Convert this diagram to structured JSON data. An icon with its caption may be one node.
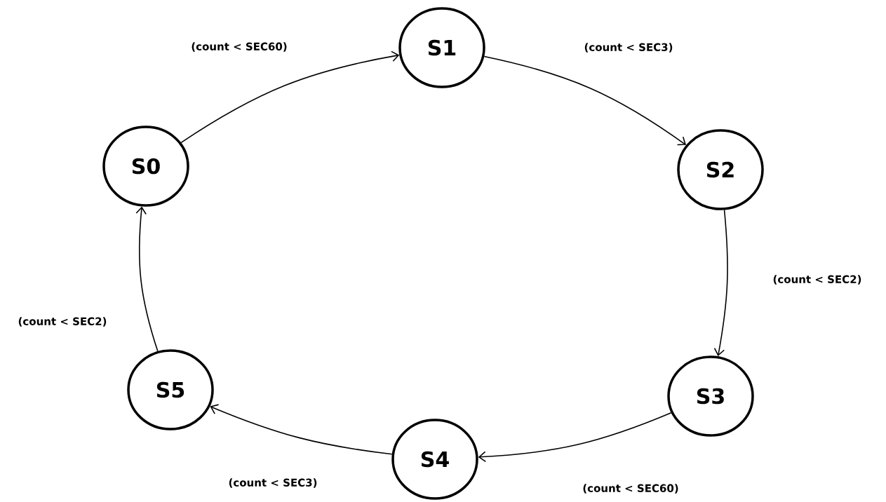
{
  "diagram": {
    "nodes": [
      {
        "text": [
          "S0"
        ]
      },
      {
        "text": [
          "S1"
        ]
      },
      {
        "text": [
          "S2"
        ]
      },
      {
        "text": [
          "S3"
        ]
      },
      {
        "text": [
          "S4"
        ]
      },
      {
        "text": [
          "S5"
        ]
      }
    ],
    "edges": [
      {
        "from": 0,
        "to": 1,
        "arrow": "to",
        "label": "(count < SEC60)"
      },
      {
        "from": 1,
        "to": 2,
        "arrow": "to",
        "label": "(count < SEC3)"
      },
      {
        "from": 2,
        "to": 3,
        "arrow": "to",
        "label": "(count < SEC2)"
      },
      {
        "from": 3,
        "to": 4,
        "arrow": "to",
        "label": "(count < SEC60)"
      },
      {
        "from": 4,
        "to": 5,
        "arrow": "to",
        "label": "(count < SEC3)"
      },
      {
        "from": 5,
        "to": 0,
        "arrow": "to",
        "label": "(count < SEC2)"
      }
    ]
  }
}
